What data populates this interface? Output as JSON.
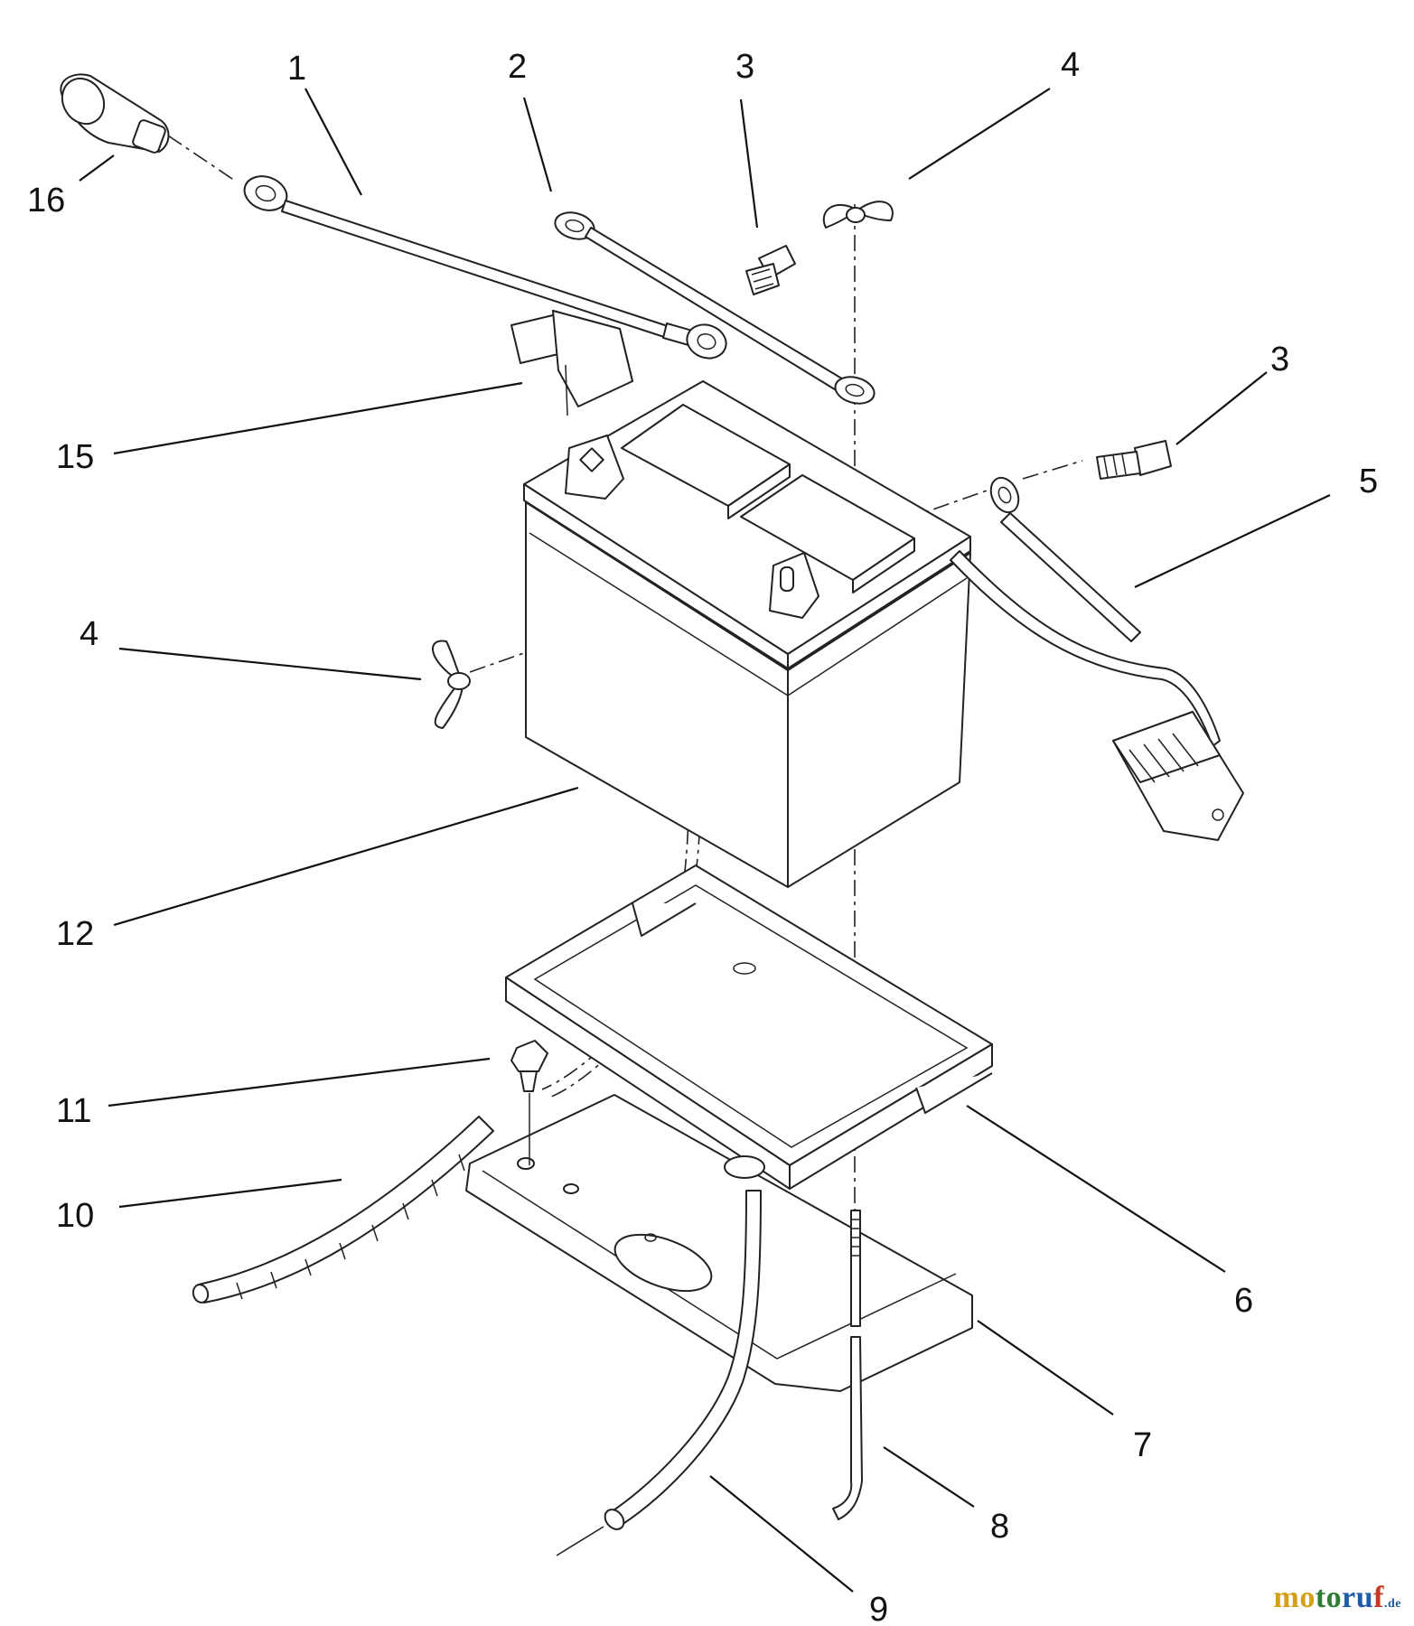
{
  "callouts": [
    {
      "id": "c1",
      "text": "1"
    },
    {
      "id": "c2",
      "text": "2"
    },
    {
      "id": "c3a",
      "text": "3"
    },
    {
      "id": "c3b",
      "text": "3"
    },
    {
      "id": "c4a",
      "text": "4"
    },
    {
      "id": "c4b",
      "text": "4"
    },
    {
      "id": "c5",
      "text": "5"
    },
    {
      "id": "c6",
      "text": "6"
    },
    {
      "id": "c7",
      "text": "7"
    },
    {
      "id": "c8",
      "text": "8"
    },
    {
      "id": "c9",
      "text": "9"
    },
    {
      "id": "c10",
      "text": "10"
    },
    {
      "id": "c11",
      "text": "11"
    },
    {
      "id": "c12",
      "text": "12"
    },
    {
      "id": "c15",
      "text": "15"
    },
    {
      "id": "c16",
      "text": "16"
    }
  ],
  "watermark": {
    "part1": "mo",
    "part2": "to",
    "part3": "ru",
    "part4": "f",
    "tld": ".de"
  }
}
